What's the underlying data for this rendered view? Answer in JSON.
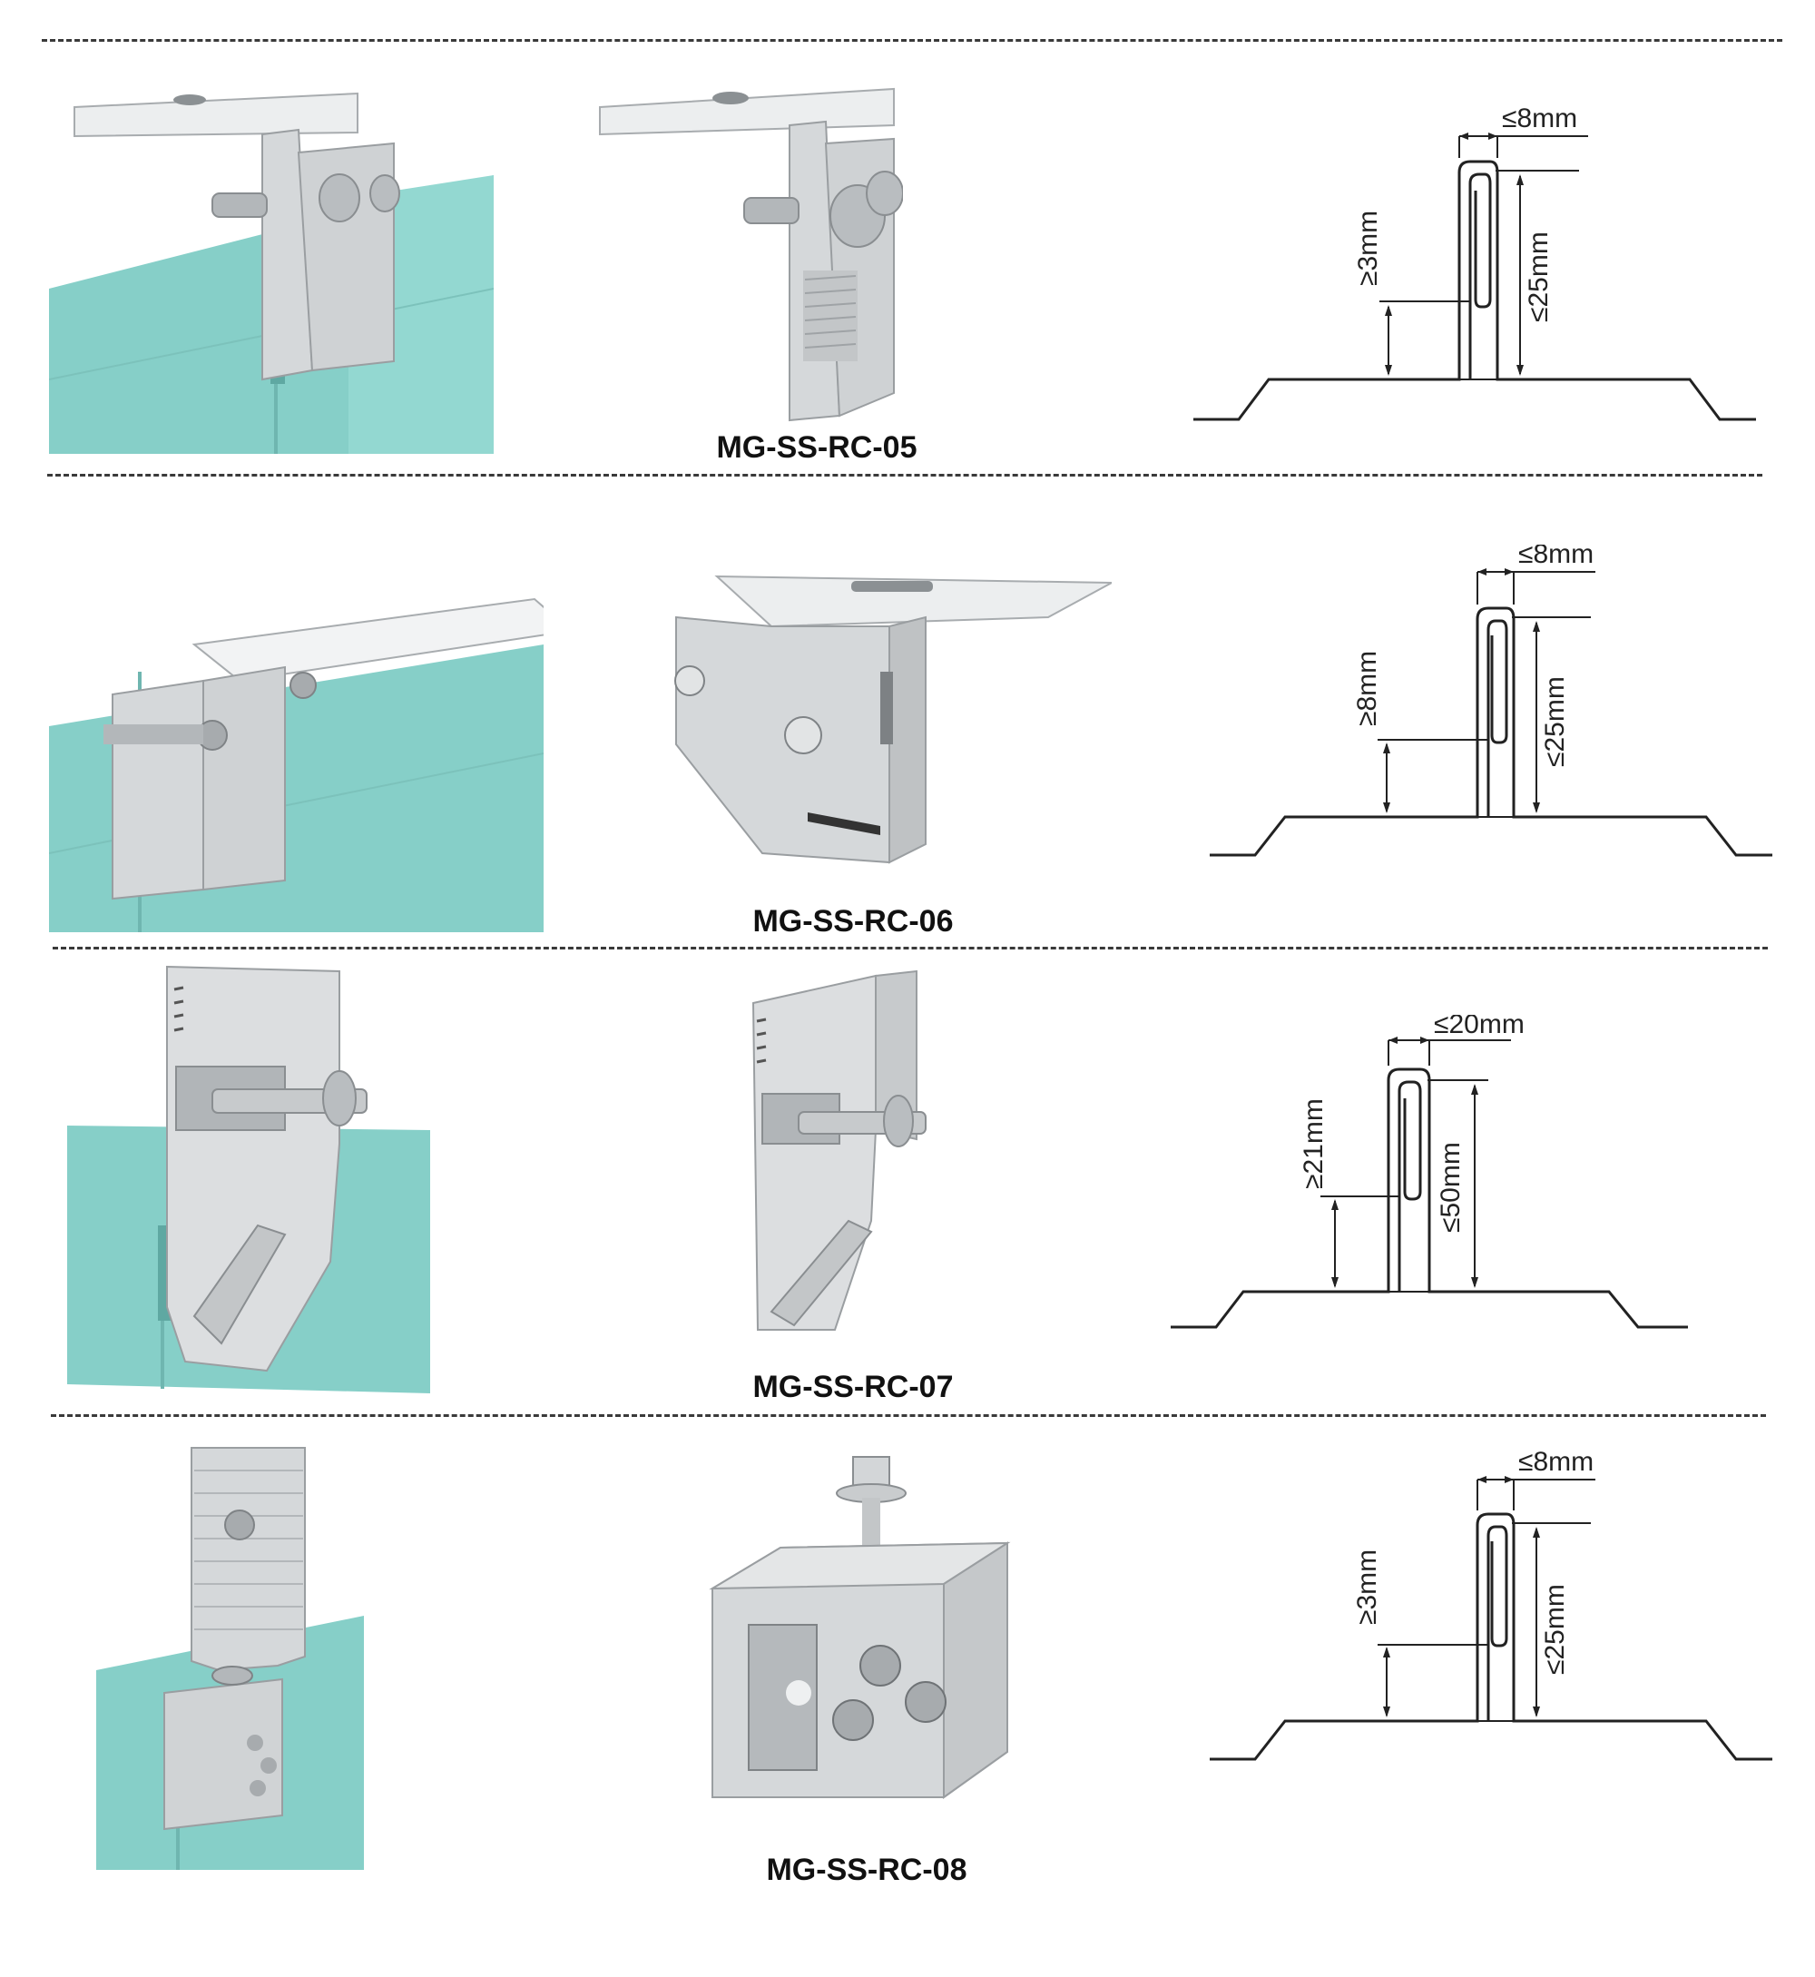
{
  "rows": [
    {
      "model": "MG-SS-RC-05",
      "width_label": "≤8mm",
      "height_max_label": "≤25mm",
      "height_min_label": "≥3mm"
    },
    {
      "model": "MG-SS-RC-06",
      "width_label": "≤8mm",
      "height_max_label": "≤25mm",
      "height_min_label": "≥8mm"
    },
    {
      "model": "MG-SS-RC-07",
      "width_label": "≤20mm",
      "height_max_label": "≤50mm",
      "height_min_label": "≥21mm"
    },
    {
      "model": "MG-SS-RC-08",
      "width_label": "≤8mm",
      "height_max_label": "≤25mm",
      "height_min_label": "≥3mm"
    }
  ],
  "colors": {
    "roof": "#86cfc8",
    "roof_dark": "#6fb6b0",
    "metal": "#c9ccce",
    "metal_light": "#e6e8e9",
    "metal_dark": "#9a9ea1",
    "line": "#222222"
  }
}
